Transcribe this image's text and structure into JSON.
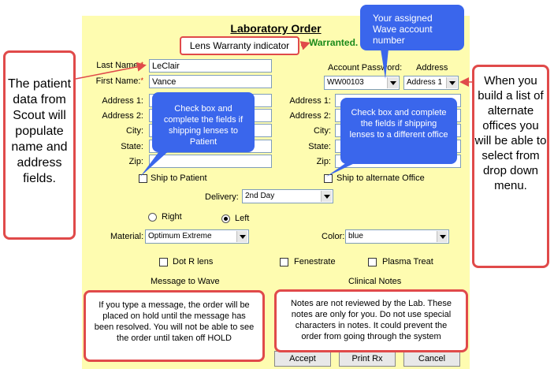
{
  "form": {
    "title": "Laboratory Order",
    "warranted_text": "Warranted.",
    "last_name_label": "Last Name:",
    "first_name_label": "First Name:",
    "required_mark": "*",
    "last_name_value": "LeClair",
    "first_name_value": "Vance",
    "patient_address1_label": "Address 1:",
    "patient_address2_label": "Address 2:",
    "patient_city_label": "City:",
    "patient_state_label": "State:",
    "patient_zip_label": "Zip:",
    "office_address1_label": "Address 1:",
    "office_address2_label": "Address 2:",
    "office_city_label": "City:",
    "office_state_label": "State:",
    "office_zip_label": "Zip:",
    "account_password_label": "Account Password:",
    "address_label": "Address",
    "account_value": "WW00103",
    "address_select_value": "Address 1",
    "ship_patient_label": "Ship to Patient",
    "ship_office_label": "Ship to alternate Office",
    "delivery_label": "Delivery:",
    "delivery_value": "2nd Day",
    "right_label": "Right",
    "left_label": "Left",
    "eye_selected": "Left",
    "material_label": "Material:",
    "material_value": "Optimum Extreme",
    "color_label": "Color:",
    "color_value": "blue",
    "dot_r_label": "Dot R lens",
    "fenestrate_label": "Fenestrate",
    "plasma_label": "Plasma Treat",
    "message_label": "Message to Wave",
    "clinical_label": "Clinical Notes",
    "accept_button": "Accept",
    "print_button": "Print Rx",
    "cancel_button": "Cancel"
  },
  "callouts": {
    "lens_warranty": "Lens Warranty indicator",
    "wave_account": "Your assigned Wave account number",
    "patient_data": "The patient data from Scout will populate name and address fields.",
    "alternate_offices": "When you build a list of alternate offices you will be able to select from drop down menu.",
    "ship_patient_hint": "Check box and complete the fields if shipping lenses to Patient",
    "ship_office_hint": "Check box and complete the fields if shipping lenses to a different office",
    "message_hint": "If you type a message, the order will be placed on hold until the message has been resolved. You will not be able to see the order until taken off HOLD",
    "notes_hint": "Notes are not reviewed by the Lab. These notes are only for you. Do not use special characters in notes. It could prevent the order from going through the system"
  },
  "colors": {
    "form_background": "#fefcb0",
    "callout_border": "#e04a4a",
    "callout_blue": "#3a66ec",
    "warranted": "#1a8a1a"
  }
}
